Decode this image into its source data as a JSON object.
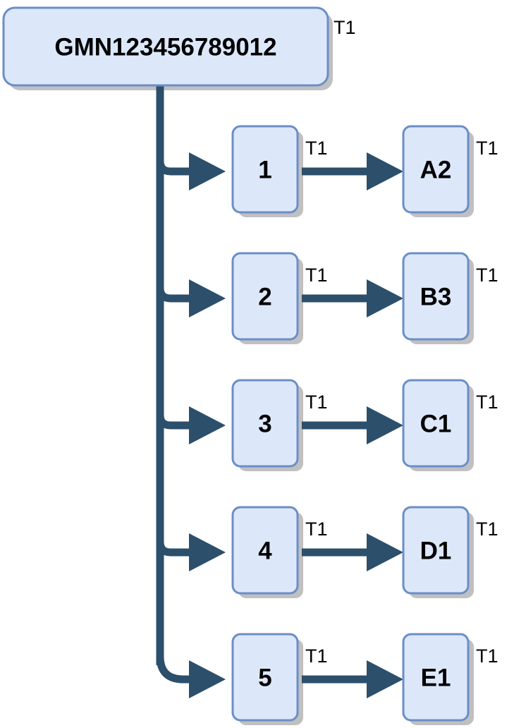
{
  "diagram": {
    "type": "tree-flow",
    "title_node": {
      "id": "root",
      "label": "GMN123456789012",
      "tag": "T1"
    },
    "rows": [
      {
        "middle": {
          "label": "1",
          "tag": "T1"
        },
        "leaf": {
          "label": "A2",
          "tag": "T1"
        }
      },
      {
        "middle": {
          "label": "2",
          "tag": "T1"
        },
        "leaf": {
          "label": "B3",
          "tag": "T1"
        }
      },
      {
        "middle": {
          "label": "3",
          "tag": "T1"
        },
        "leaf": {
          "label": "C1",
          "tag": "T1"
        }
      },
      {
        "middle": {
          "label": "4",
          "tag": "T1"
        },
        "leaf": {
          "label": "D1",
          "tag": "T1"
        }
      },
      {
        "middle": {
          "label": "5",
          "tag": "T1"
        },
        "leaf": {
          "label": "E1",
          "tag": "T1"
        }
      }
    ],
    "colors": {
      "node_fill": "#dce8fa",
      "node_border": "#6b8ec7",
      "connector": "#2c4f6b",
      "shadow": "#c0c0c0",
      "text": "#000000",
      "background": "#ffffff"
    }
  }
}
